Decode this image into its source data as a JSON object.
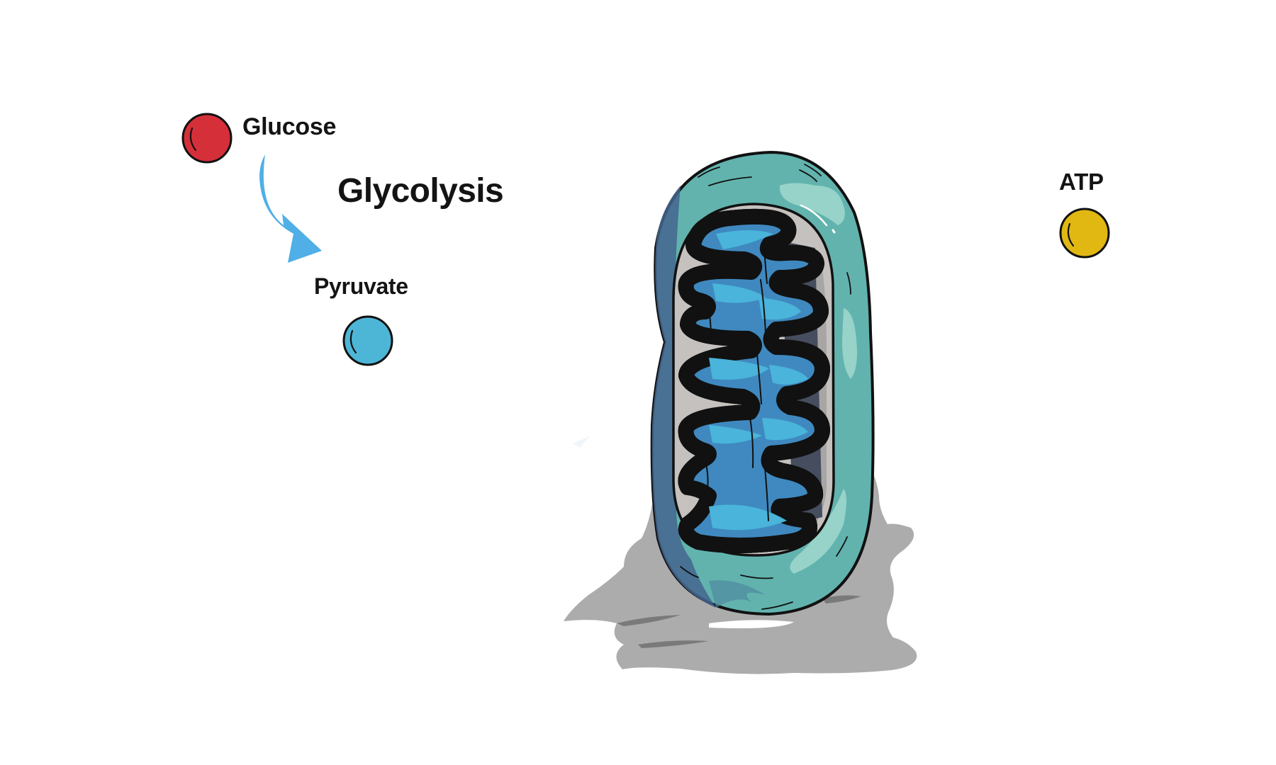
{
  "diagram": {
    "title": "Glycolysis",
    "molecules": [
      {
        "id": "glucose",
        "label": "Glucose",
        "color": "#d5303a"
      },
      {
        "id": "pyruvate",
        "label": "Pyruvate",
        "color": "#4db6d6"
      },
      {
        "id": "atp",
        "label": "ATP",
        "color": "#e1b812"
      }
    ],
    "arrow": {
      "from": "Glucose",
      "to": "Pyruvate",
      "color": "#4fafe6"
    },
    "organelle": {
      "name": "mitochondrion",
      "colors": {
        "outer_membrane": "#62b3ae",
        "outer_membrane_shade": "#44658e",
        "highlight": "#97d3c9",
        "intermembrane_space": "#c4c1be",
        "cristae": "#958e3a",
        "matrix": "#3f89c0",
        "matrix_light": "#4ab4da",
        "shadow": "#a9a9a9"
      }
    }
  }
}
